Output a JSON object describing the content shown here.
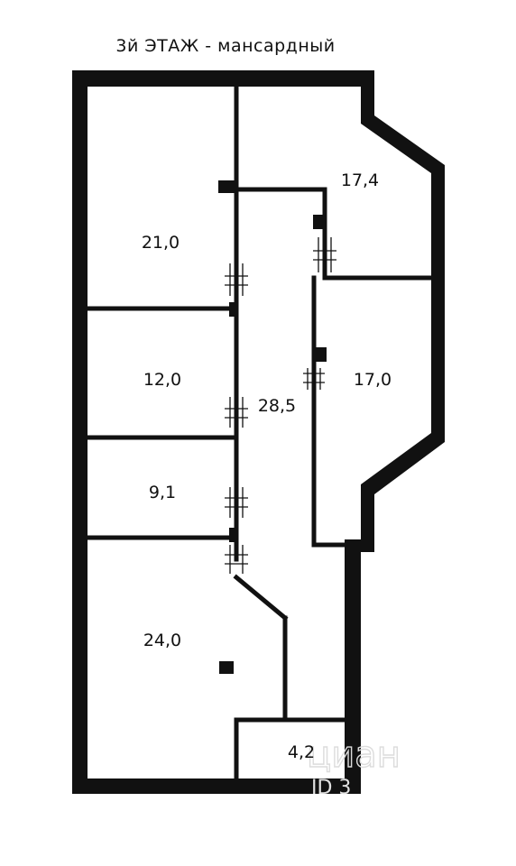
{
  "title": "3й ЭТАЖ - мансардный",
  "rooms": [
    {
      "name": "room-21-0",
      "area": "21,0"
    },
    {
      "name": "room-17-4",
      "area": "17,4"
    },
    {
      "name": "room-12-0",
      "area": "12,0"
    },
    {
      "name": "room-28-5",
      "area": "28,5"
    },
    {
      "name": "room-17-0",
      "area": "17,0"
    },
    {
      "name": "room-9-1",
      "area": "9,1"
    },
    {
      "name": "room-24-0",
      "area": "24,0"
    },
    {
      "name": "room-4-2",
      "area": "4,2"
    }
  ],
  "watermark": {
    "brand": "циан",
    "id_text": "ID 3"
  },
  "colors": {
    "wall": "#111111",
    "background": "#ffffff",
    "watermark": "#dcdcdc"
  }
}
